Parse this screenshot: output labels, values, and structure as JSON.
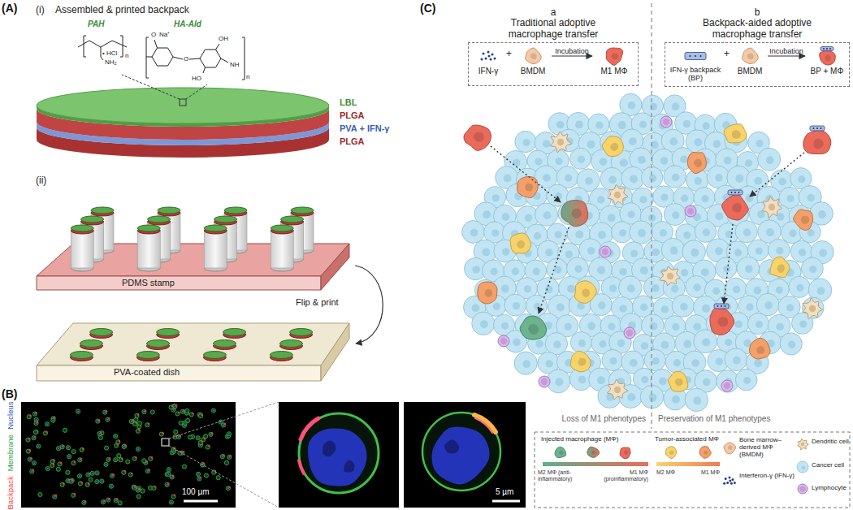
{
  "diagram": {
    "nodes": [
      {
        "text": [
          "PDMS stamp"
        ]
      },
      {
        "text": [
          "PVA-coated dish"
        ]
      },
      {
        "text": [
          "a",
          "Traditional adoptive macrophage transfer"
        ]
      },
      {
        "text": [
          "IFN-γ"
        ],
        "in": 2
      },
      {
        "text": [
          "BMDM"
        ],
        "in": 2
      },
      {
        "text": [
          "M1 MΦ"
        ],
        "in": 2
      },
      {
        "text": [
          "b",
          "Backpack-aided adoptive macrophage transfer"
        ]
      },
      {
        "text": [
          "IFN-γ backpack (BP)"
        ],
        "in": 6
      },
      {
        "text": [
          "BMDM"
        ],
        "in": 6
      },
      {
        "text": [
          "BP + MΦ"
        ],
        "in": 6
      }
    ],
    "edges": [
      {
        "from": 0,
        "to": 1,
        "label": "Flip & print",
        "arrow": "to"
      },
      {
        "from": 4,
        "to": 5,
        "label": "Incubation",
        "arrow": "to"
      },
      {
        "from": 8,
        "to": 9,
        "label": "Incubation",
        "arrow": "to"
      }
    ],
    "labels": [
      "(A)",
      "(i)",
      "Assembled & printed backpack",
      "PAH",
      "HA-Ald",
      "• HCl",
      "NH₂",
      "n",
      "O",
      "Na⁺",
      "O",
      "OH",
      "HO",
      "NH",
      "n",
      "LBL",
      "PLGA",
      "PVA + IFN-γ",
      "PLGA",
      "(ii)",
      "(B)",
      "Backpack",
      "Membrane",
      "Nucleus",
      "100 µm",
      "5 µm",
      "(C)",
      "+",
      "+",
      "Loss of M1 phenotypes",
      "Preservation of M1 phenotypes",
      "M2 MΦ (anti-inflammatory)",
      "M1 MΦ (proinflammatory)",
      "M2 MΦ",
      "M1 MΦ"
    ],
    "legend": [
      {
        "text": "Injected macrophage (MΦ)"
      },
      {
        "text": "Tumor-associated MΦ"
      },
      {
        "text": "Bone marrow–derived MΦ (BMDM)"
      },
      {
        "text": "Interferon-γ (IFN-γ)"
      },
      {
        "text": "Dendritic cell"
      },
      {
        "text": "Cancer cell"
      },
      {
        "text": "Lymphocyte"
      }
    ]
  }
}
